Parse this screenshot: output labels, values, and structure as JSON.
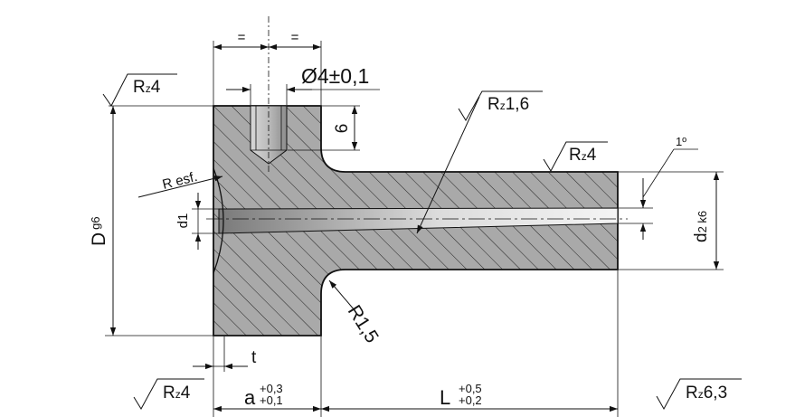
{
  "labels": {
    "eq_left": "=",
    "eq_right": "=",
    "hole_dia": "Ø4±0,1",
    "hole_depth": "6",
    "rz_top_left": "4",
    "rz_bore": "1,6",
    "rz_shaft": "4",
    "rz_bottom_left": "4",
    "rz_bottom_right": "6,3",
    "r_prefix": "R",
    "z_sub": "z",
    "angle": "1º",
    "r_esf": "R esf.",
    "d_main": "D",
    "d_main_tol": "g6",
    "d1": "d1",
    "d2": "d",
    "d2_sub": "2 k6",
    "r_fillet": "R1,5",
    "t_dim": "t",
    "a_dim": "a",
    "a_tol_upper": "+0,3",
    "a_tol_lower": "+0,1",
    "l_dim": "L",
    "l_tol_upper": "+0,5",
    "l_tol_lower": "+0,2"
  },
  "colors": {
    "section_fill": "#a9a9a9",
    "bore_light": "#f2f2f2",
    "bore_dark": "#777777",
    "line": "#111111"
  }
}
